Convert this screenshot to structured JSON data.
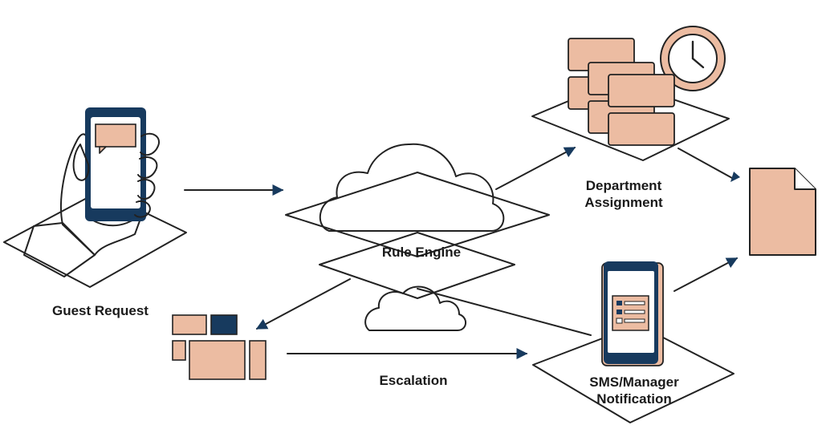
{
  "labels": {
    "guest_request": "Guest Request",
    "rule_engine": "Rule Engine",
    "department_assignment": "Department\nAssignment",
    "escalation": "Escalation",
    "sms_manager_notification": "SMS/Manager\nNotification"
  },
  "colors": {
    "stroke": "#222222",
    "accent_fill": "#ecbca2",
    "navy": "#173a5e",
    "background": "#ffffff"
  }
}
